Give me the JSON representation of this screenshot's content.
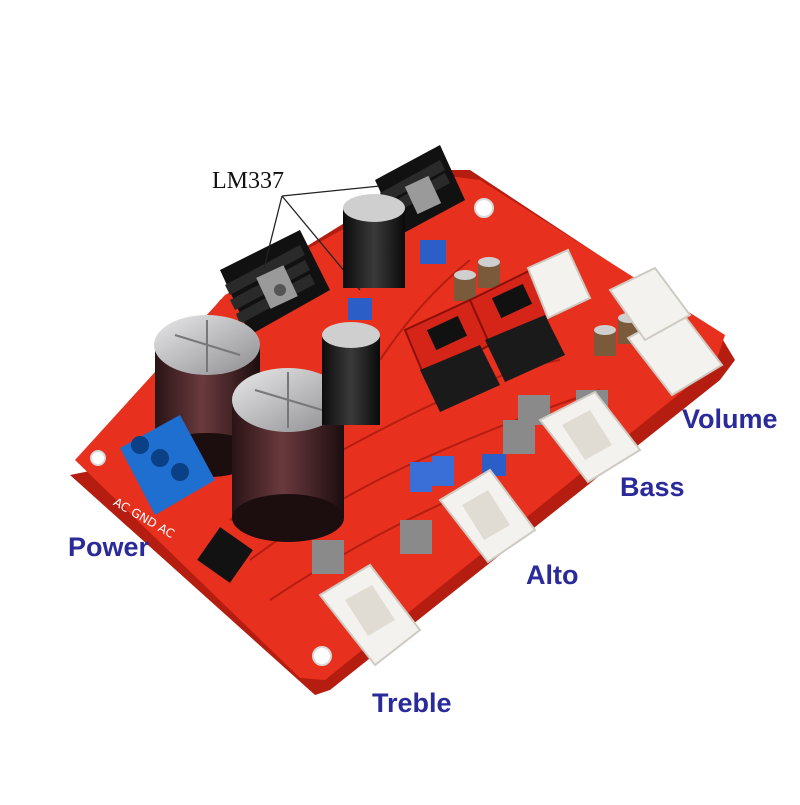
{
  "image": {
    "callout_chip": "LM337",
    "labels": {
      "power": "Power",
      "treble": "Treble",
      "alto": "Alto",
      "bass": "Bass",
      "volume": "Volume"
    },
    "terminal_silkscreen": [
      "AC",
      "GND",
      "AC"
    ],
    "colors": {
      "pcb": "#e8301e",
      "pcb_edge": "#b51d10",
      "label": "#2a2a9a",
      "capacitor": "#4a2528",
      "heatsink": "#1a1a1a",
      "terminal": "#1e6fd0",
      "connector": "#f4f2ee"
    }
  }
}
